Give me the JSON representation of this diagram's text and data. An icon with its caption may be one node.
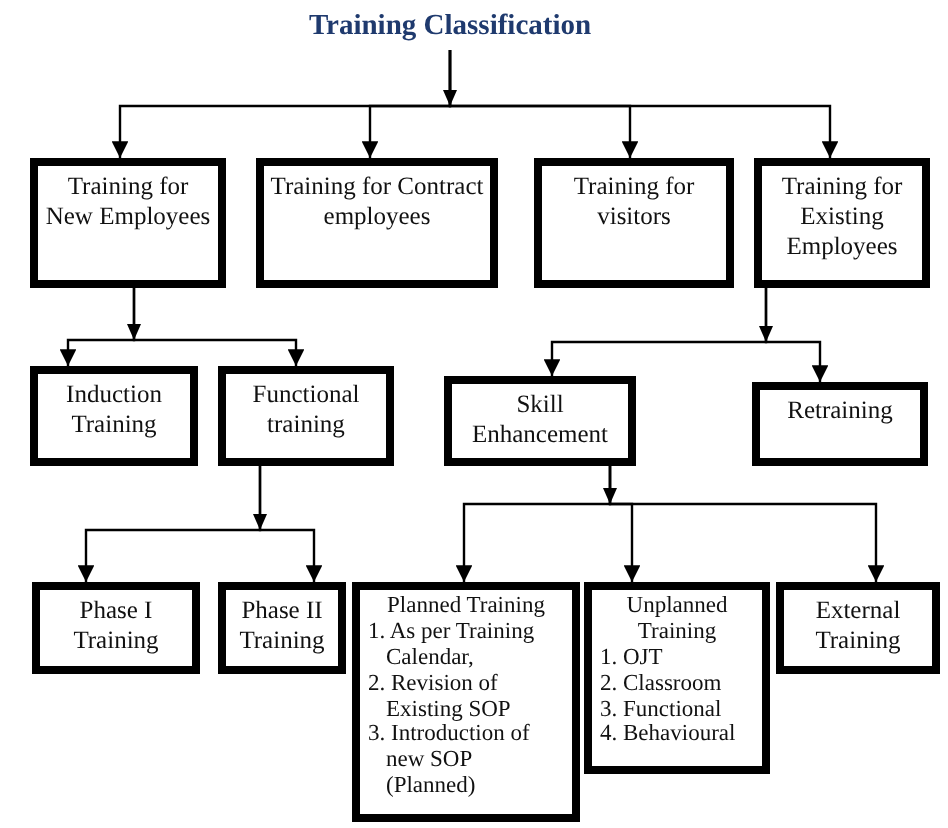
{
  "diagram": {
    "nodes": [
      {
        "text": [
          "Training Classification"
        ]
      },
      {
        "text": [
          "Training for New Employees"
        ]
      },
      {
        "text": [
          "Training for Contract employees"
        ]
      },
      {
        "text": [
          "Training for visitors"
        ]
      },
      {
        "text": [
          "Training for Existing Employees"
        ]
      },
      {
        "text": [
          "Induction Training"
        ]
      },
      {
        "text": [
          "Functional training"
        ]
      },
      {
        "text": [
          "Skill Enhancement"
        ]
      },
      {
        "text": [
          "Retraining"
        ]
      },
      {
        "text": [
          "Phase I Training"
        ]
      },
      {
        "text": [
          "Phase II Training"
        ]
      },
      {
        "text": [
          "Planned Training",
          "1. As per Training Calendar,",
          "2. Revision of Existing SOP",
          "3. Introduction of new SOP (Planned)"
        ]
      },
      {
        "text": [
          "Unplanned Training",
          "1. OJT",
          "2. Classroom",
          "3. Functional",
          "4. Behavioural"
        ]
      },
      {
        "text": [
          "External Training"
        ]
      }
    ],
    "edges": [
      {
        "from": 0,
        "to": 1,
        "arrow": "to"
      },
      {
        "from": 0,
        "to": 2,
        "arrow": "to"
      },
      {
        "from": 0,
        "to": 3,
        "arrow": "to"
      },
      {
        "from": 0,
        "to": 4,
        "arrow": "to"
      },
      {
        "from": 1,
        "to": 5,
        "arrow": "to"
      },
      {
        "from": 1,
        "to": 6,
        "arrow": "to"
      },
      {
        "from": 4,
        "to": 7,
        "arrow": "to"
      },
      {
        "from": 4,
        "to": 8,
        "arrow": "to"
      },
      {
        "from": 6,
        "to": 9,
        "arrow": "to"
      },
      {
        "from": 6,
        "to": 10,
        "arrow": "to"
      },
      {
        "from": 7,
        "to": 11,
        "arrow": "to"
      },
      {
        "from": 7,
        "to": 12,
        "arrow": "to"
      },
      {
        "from": 7,
        "to": 13,
        "arrow": "to"
      }
    ]
  }
}
